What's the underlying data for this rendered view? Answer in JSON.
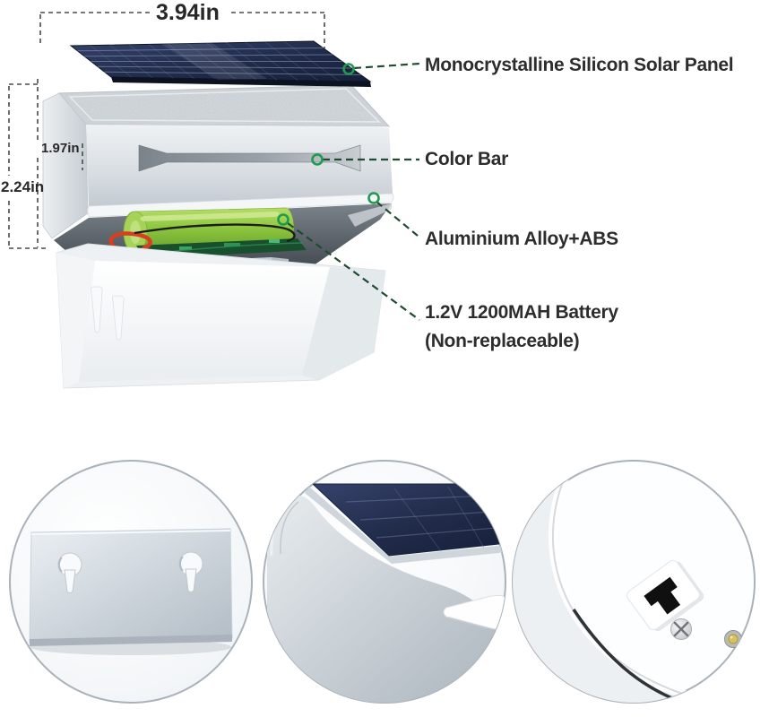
{
  "dimensions": {
    "panel_width": "3.94in",
    "upper_body_height": "1.97in",
    "overall_height": "2.24in"
  },
  "callouts": {
    "solar_panel": "Monocrystalline Silicon Solar Panel",
    "color_bar": "Color Bar",
    "material": "Aluminium Alloy+ABS",
    "battery_line1": "1.2V 1200MAH Battery",
    "battery_line2": "(Non-replaceable)"
  },
  "colors": {
    "background": "#ffffff",
    "label_text": "#2d2d2d",
    "dimension_line": "#4a4a4a",
    "leader_line": "#1d4c31",
    "marker_ring": "#1f9a50",
    "solar_panel_navy": "#222d4c",
    "housing_gray": "#ccd3d9",
    "battery_green": "#8cc63e",
    "wire_red": "#d6401f"
  },
  "detail_views": [
    {
      "name": "wall-mount-plate-detail"
    },
    {
      "name": "solar-panel-corner-detail"
    },
    {
      "name": "power-switch-detail"
    }
  ]
}
